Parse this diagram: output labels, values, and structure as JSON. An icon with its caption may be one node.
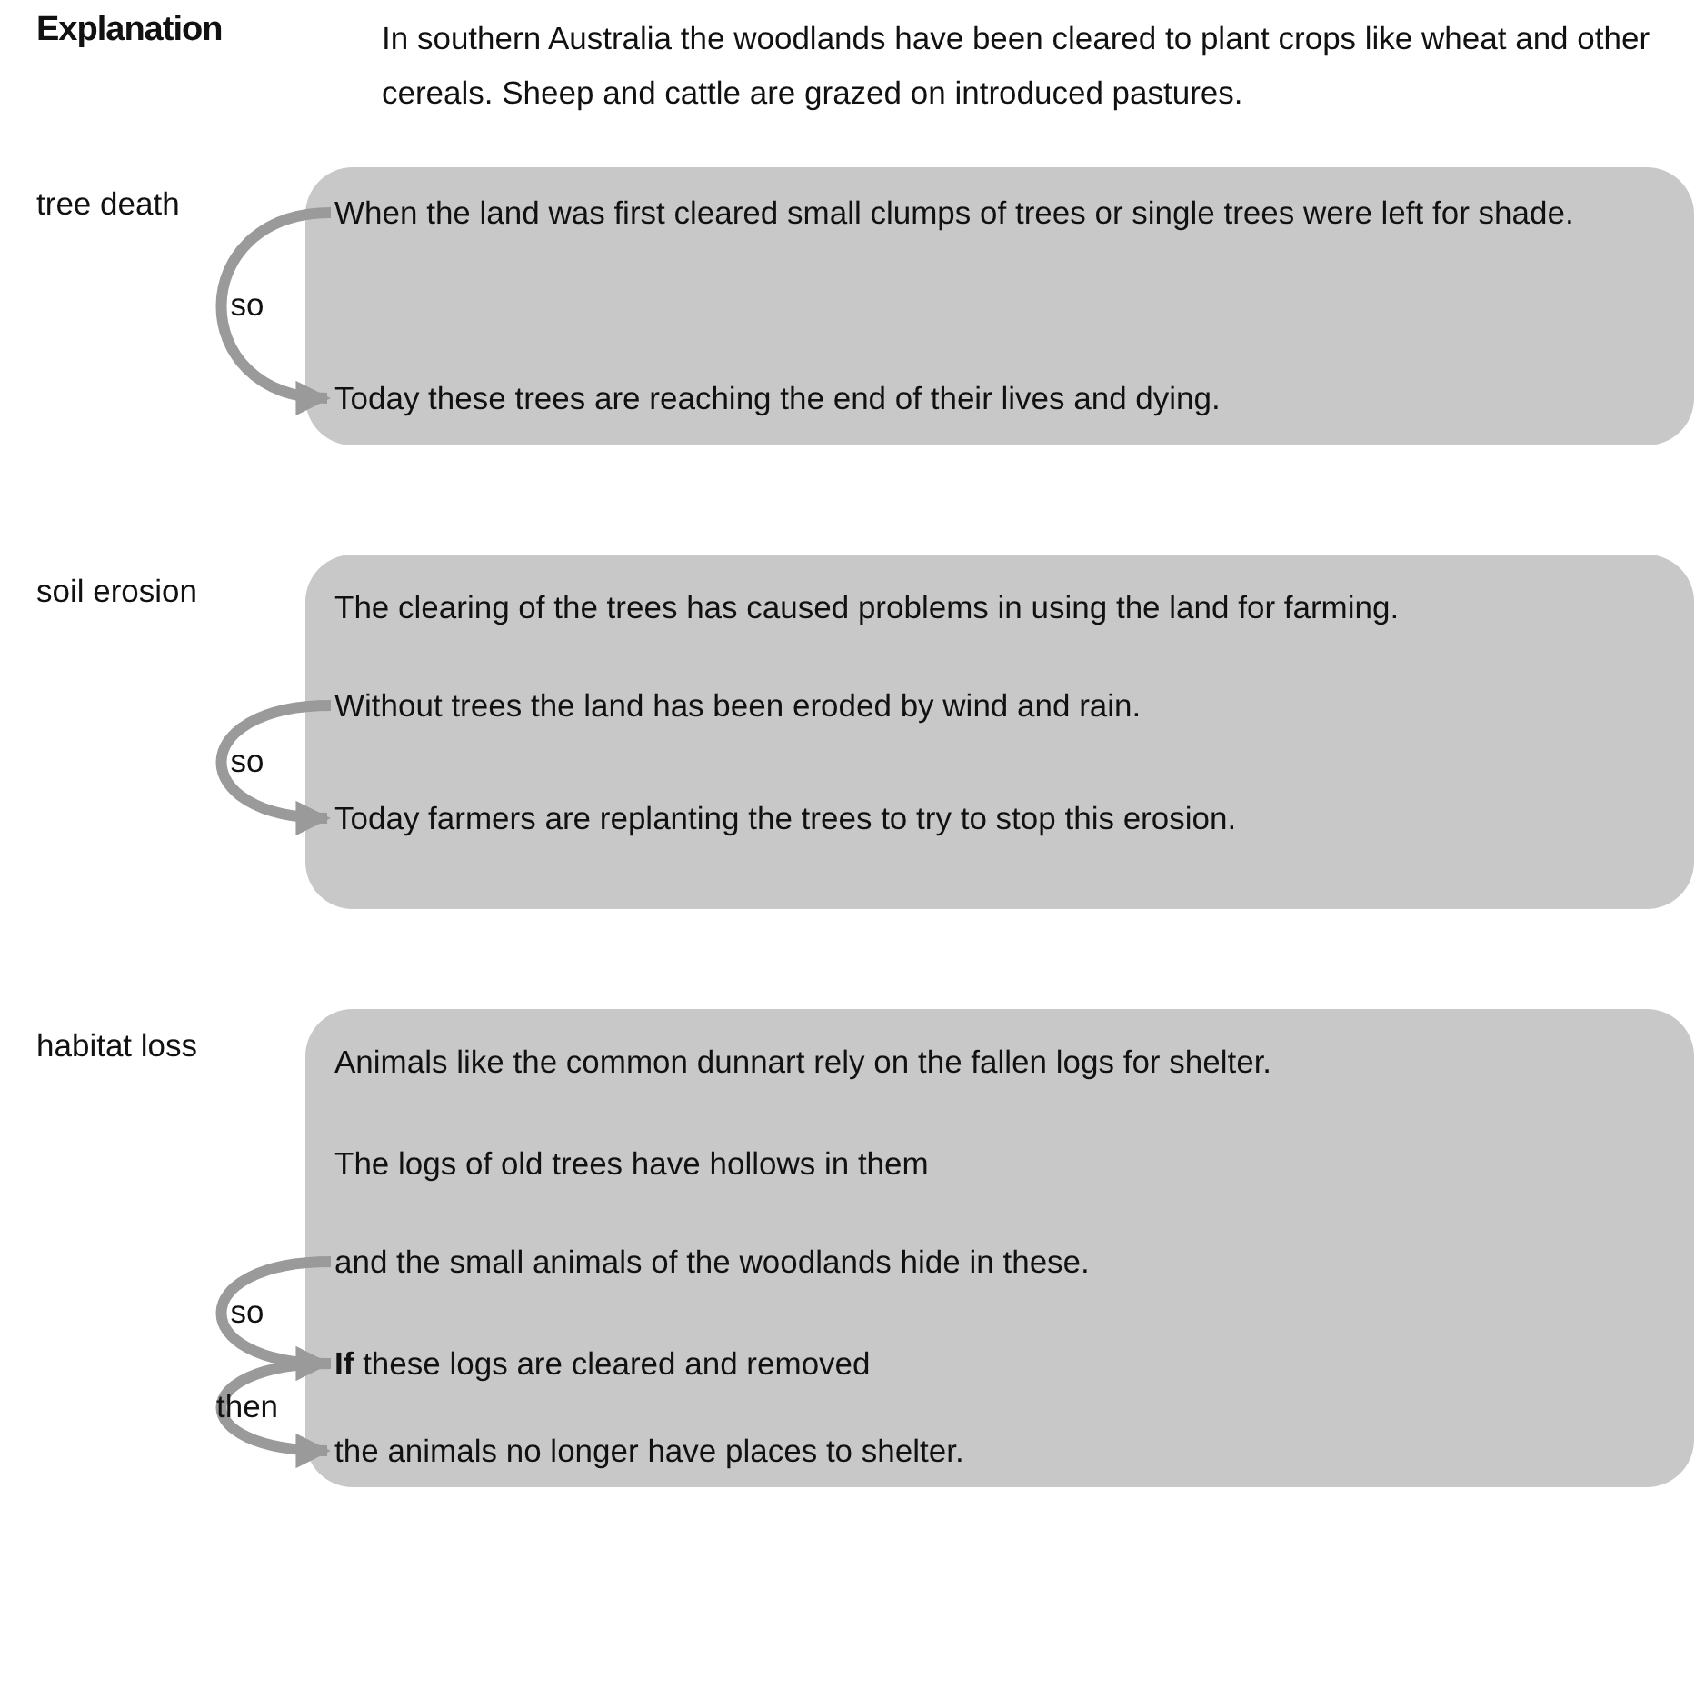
{
  "diagram": {
    "title": "Explanation",
    "nodes": [
      {
        "text": [
          "tree death"
        ]
      },
      {
        "text": [
          "When the land was first cleared small clumps of trees or single trees were left for shade."
        ],
        "in": 0
      },
      {
        "text": [
          "Today these trees are reaching the end of their lives and dying."
        ],
        "in": 0
      },
      {
        "text": [
          "soil erosion"
        ]
      },
      {
        "text": [
          "The clearing of the trees has caused problems in using the land for farming."
        ],
        "in": 3
      },
      {
        "text": [
          "Without trees the land has been eroded by wind and rain."
        ],
        "in": 3
      },
      {
        "text": [
          "Today farmers are replanting the trees to try to stop this erosion."
        ],
        "in": 3
      },
      {
        "text": [
          "habitat loss"
        ]
      },
      {
        "text": [
          "Animals like the common dunnart rely on the fallen logs for shelter."
        ],
        "in": 7
      },
      {
        "text": [
          "The logs of old trees have hollows in them"
        ],
        "in": 7
      },
      {
        "text": [
          "and the small animals of the woodlands hide in these."
        ],
        "in": 7
      },
      {
        "text": [
          "**If** these logs are cleared and removed"
        ],
        "in": 7
      },
      {
        "text": [
          "the animals no longer have places to shelter."
        ],
        "in": 7
      }
    ],
    "edges": [
      {
        "from": 1,
        "to": 2,
        "arrow": "to",
        "label": "so"
      },
      {
        "from": 5,
        "to": 6,
        "arrow": "to",
        "label": "so"
      },
      {
        "from": 10,
        "to": 11,
        "arrow": "to",
        "label": "so"
      },
      {
        "from": 11,
        "to": 12,
        "arrow": "to",
        "label": "then"
      }
    ],
    "labels": [
      "In southern Australia the woodlands have been cleared to plant crops like wheat and other cereals. Sheep and cattle are grazed on introduced pastures."
    ]
  }
}
